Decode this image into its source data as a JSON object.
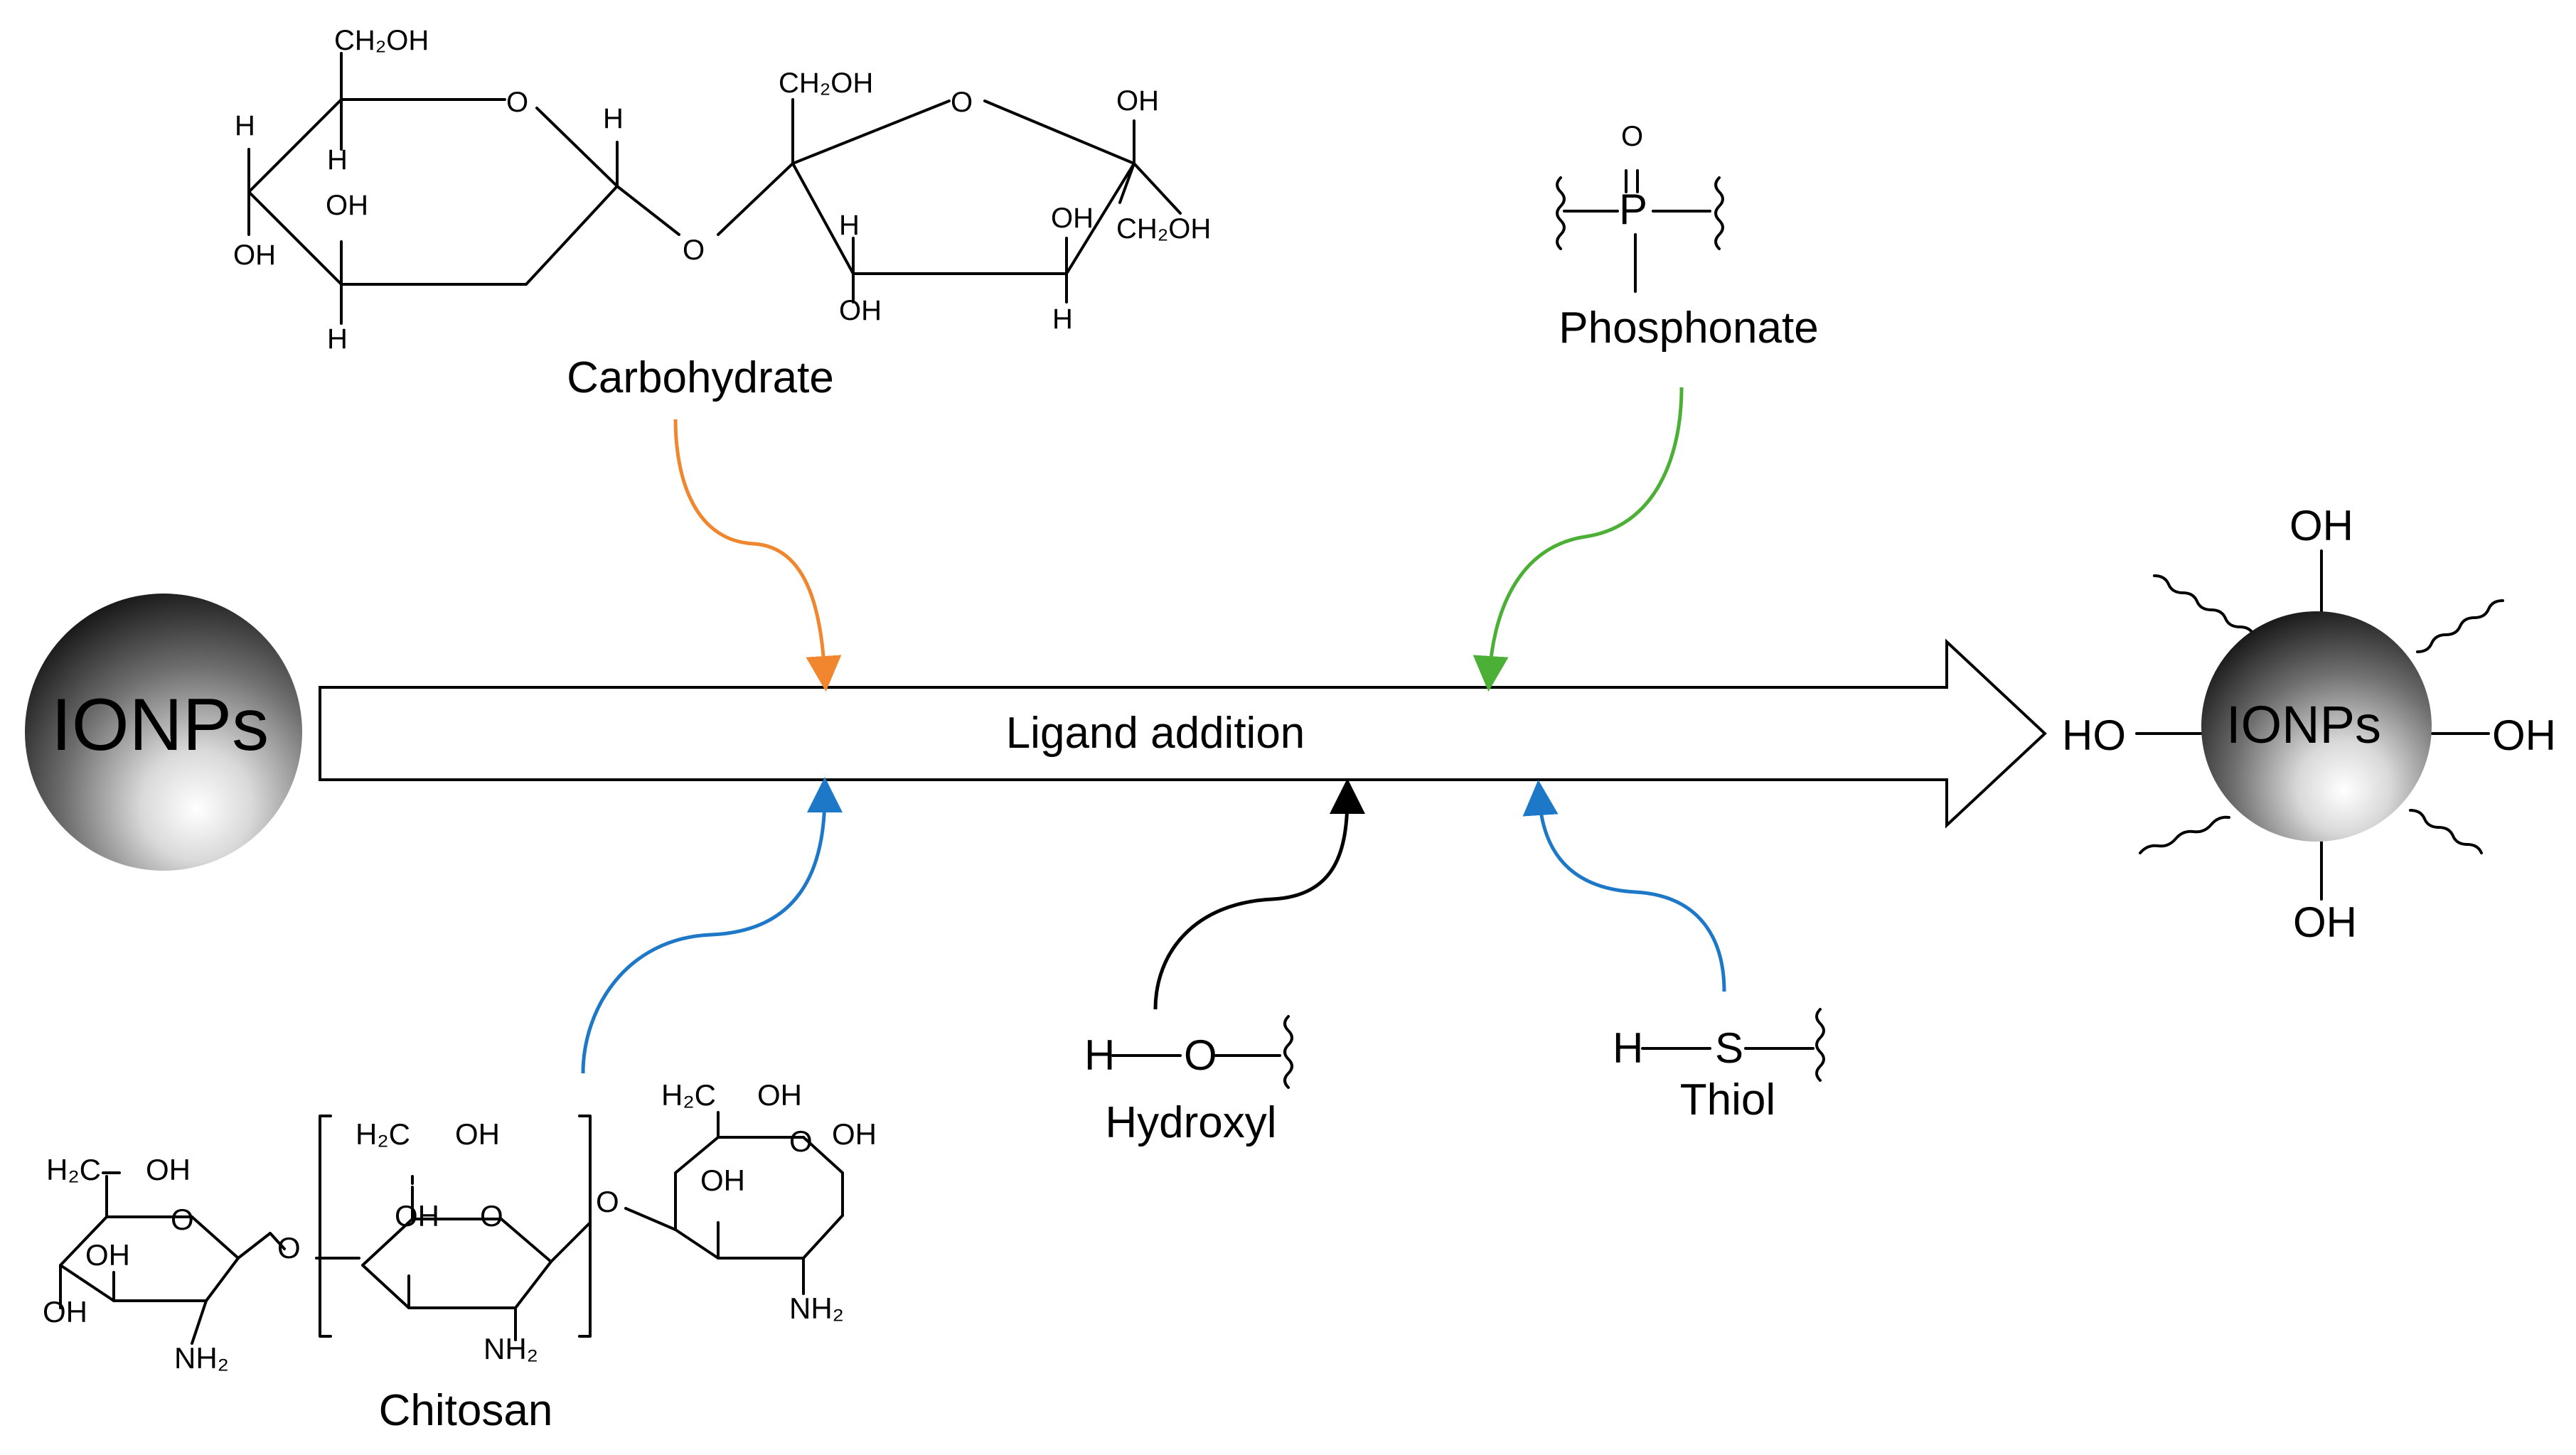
{
  "labels": {
    "carbohydrate": "Carbohydrate",
    "phosphonate": "Phosphonate",
    "chitosan": "Chitosan",
    "hydroxyl": "Hydroxyl",
    "thiol": "Thiol",
    "ligand_addition": "Ligand addition",
    "ionps_left": "IONPs",
    "ionps_right": "IONPs"
  },
  "atoms": {
    "oh": "OH",
    "ho": "HO",
    "h": "H",
    "o": "O",
    "s": "S",
    "p": "P",
    "ch2oh": "CH₂OH",
    "h2c": "H₂C",
    "nh2": "NH₂"
  },
  "colors": {
    "carbohydrate_arrow": "#f0862e",
    "phosphonate_arrow": "#4caf36",
    "chitosan_arrow": "#1e78c8",
    "hydroxyl_arrow": "#000000",
    "thiol_arrow": "#1e78c8"
  }
}
